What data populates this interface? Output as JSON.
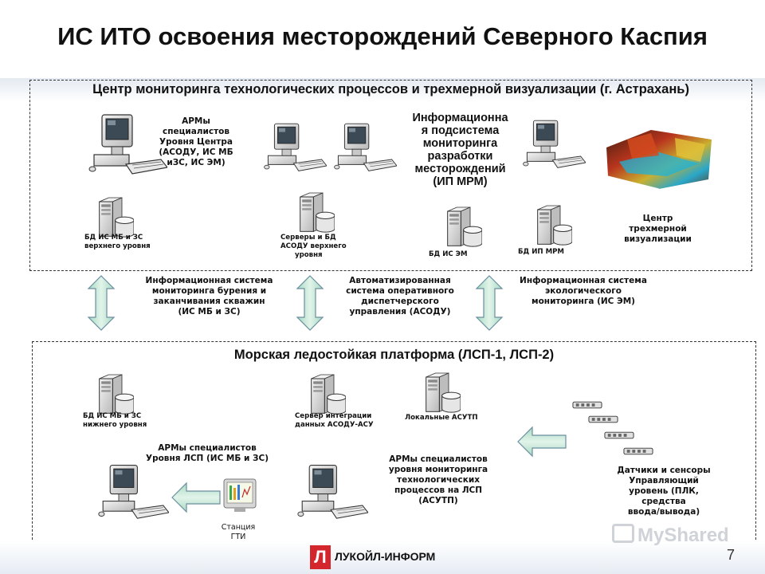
{
  "title": "ИС ИТО освоения месторождений Северного Каспия",
  "center": {
    "title": "Центр мониторинга технологических процессов и трехмерной визуализации (г. Астрахань)",
    "arm_label": [
      "АРМы",
      "специалистов",
      "Уровня Центра",
      "(АСОДУ, ИС МБ",
      "иЗС, ИС ЭМ)"
    ],
    "ip_mrm_label": [
      "Информационна",
      "я подсистема",
      "мониторинга",
      "разработки",
      "месторождений",
      "(ИП МРМ)"
    ],
    "db_upper": [
      "БД ИС МБ и ЗС",
      "верхнего уровня"
    ],
    "servers_db": [
      "Серверы и БД",
      "АСОДУ верхнего",
      "уровня"
    ],
    "db_is_em": "БД ИС ЭМ",
    "db_ip_mrm": "БД ИП МРМ",
    "viz_label": [
      "Центр",
      "трехмерной",
      "визуализации"
    ]
  },
  "systems": {
    "left": [
      "Информационная система",
      "мониторинга бурения и",
      "заканчивания скважин",
      "(ИС МБ и ЗС)"
    ],
    "middle": [
      "Автоматизированная",
      "система оперативного",
      "диспетчерского",
      "управления (АСОДУ)"
    ],
    "right": [
      "Информационная система",
      "экологического",
      "мониторинга (ИС ЭМ)"
    ]
  },
  "platform": {
    "title": "Морская ледостойкая платформа (ЛСП-1, ЛСП-2)",
    "db_lower": [
      "БД ИС МБ и ЗС",
      "нижнего уровня"
    ],
    "integration_server": [
      "Сервер интеграции",
      "данных АСОДУ-АСУ"
    ],
    "local_asutp": "Локальные АСУТП",
    "arm_lsp": [
      "АРМы специалистов",
      "Уровня ЛСП (ИС МБ и ЗС)"
    ],
    "arm_monitoring": [
      "АРМы специалистов",
      "уровня мониторинга",
      "технологических",
      "процессов на ЛСП",
      "(АСУТП)"
    ],
    "sensors": [
      "Датчики и сенсоры",
      "Управляющий",
      "уровень (ПЛК,",
      "средства",
      "ввода/вывода)"
    ],
    "gti_station": [
      "Станция",
      "ГТИ"
    ]
  },
  "footer": {
    "page_number": "7",
    "logo_text": "ЛУКОЙЛ-ИНФОРМ",
    "logo_letter": "Л",
    "watermark": "MyShared"
  },
  "colors": {
    "arrow_fill": "#c9e8d0",
    "arrow_stroke": "#6a8fa0",
    "logo_red": "#d3262d"
  }
}
